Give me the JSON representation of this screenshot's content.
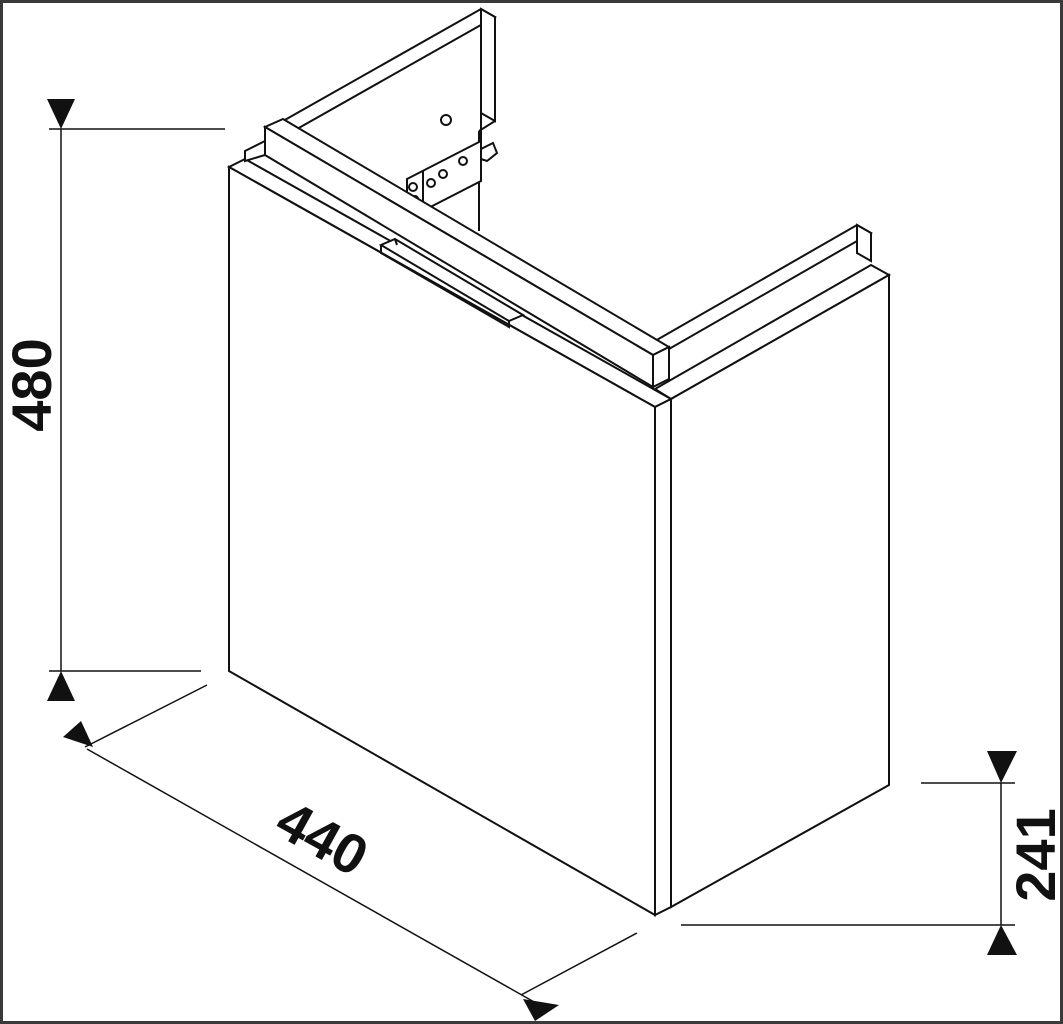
{
  "dimensions": {
    "height": "480",
    "width": "440",
    "lower_height": "241"
  },
  "colors": {
    "line": "#111111",
    "frame": "#3a3a3a",
    "background": "#ffffff"
  }
}
